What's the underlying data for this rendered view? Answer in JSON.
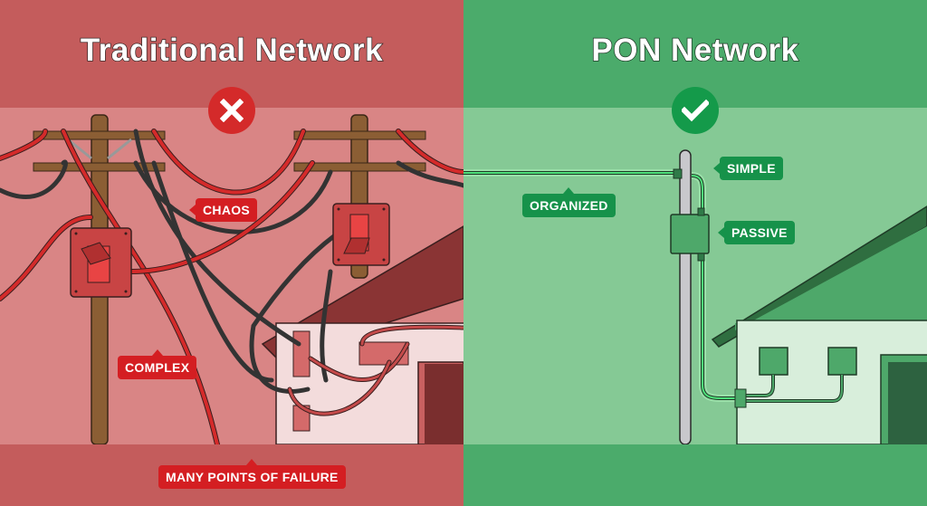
{
  "left_panel": {
    "title": "Traditional Network",
    "status_icon": "x-cross-icon",
    "labels": {
      "chaos": "CHAOS",
      "complex": "COMPLEX",
      "failure": "MANY POINTS OF FAILURE"
    },
    "colors": {
      "background": "#c45c5c",
      "band": "#d98585",
      "badge": "#d42a2a",
      "tag": "#d41e22"
    }
  },
  "right_panel": {
    "title": "PON Network",
    "status_icon": "checkmark-icon",
    "labels": {
      "simple": "SIMPLE",
      "organized": "ORGANIZED",
      "passive": "PASSIVE"
    },
    "colors": {
      "background": "#4bab6b",
      "band": "#85c995",
      "badge": "#149a4a",
      "tag": "#16924a"
    }
  }
}
